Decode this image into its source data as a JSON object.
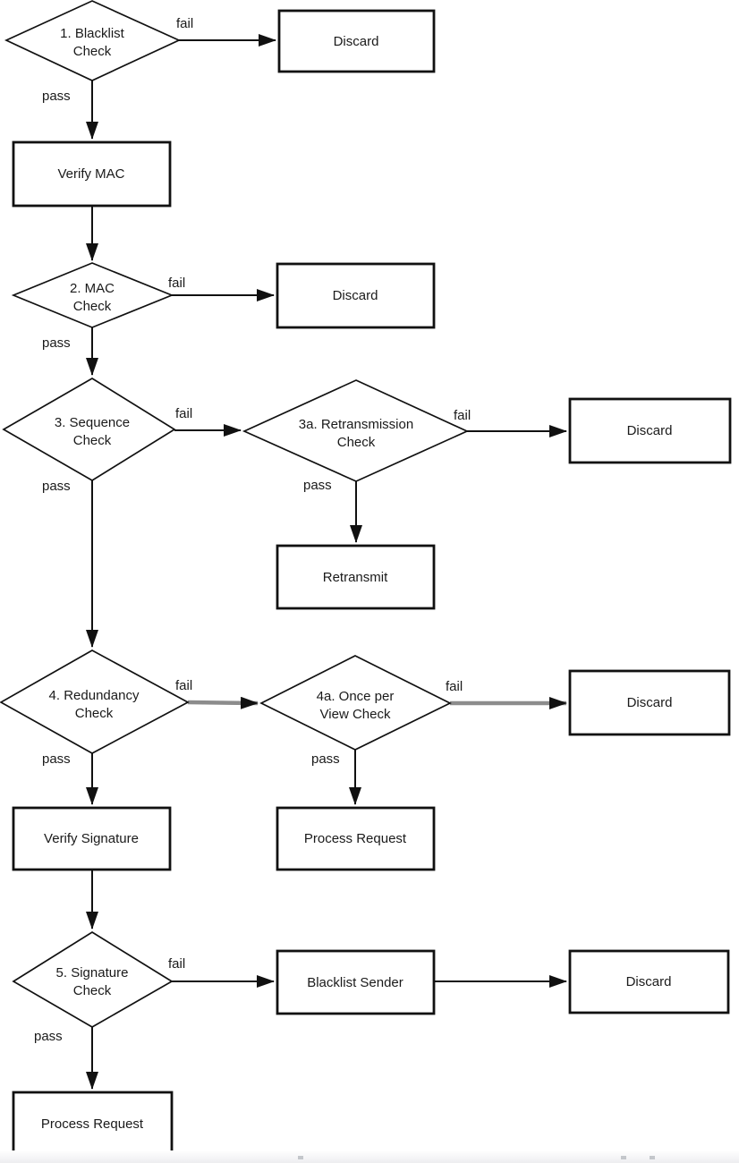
{
  "edge_labels": {
    "fail": "fail",
    "pass": "pass"
  },
  "nodes": {
    "blacklist_check": {
      "line1": "1. Blacklist",
      "line2": "Check"
    },
    "discard_1": {
      "label": "Discard"
    },
    "verify_mac": {
      "label": "Verify MAC"
    },
    "mac_check": {
      "line1": "2. MAC",
      "line2": "Check"
    },
    "discard_2": {
      "label": "Discard"
    },
    "sequence_check": {
      "line1": "3. Sequence",
      "line2": "Check"
    },
    "retransmission_check": {
      "line1": "3a. Retransmission",
      "line2": "Check"
    },
    "discard_3": {
      "label": "Discard"
    },
    "retransmit": {
      "label": "Retransmit"
    },
    "redundancy_check": {
      "line1": "4. Redundancy",
      "line2": "Check"
    },
    "once_per_view_check": {
      "line1": "4a. Once per",
      "line2": "View Check"
    },
    "discard_4": {
      "label": "Discard"
    },
    "verify_signature": {
      "label": "Verify Signature"
    },
    "process_request_mid": {
      "label": "Process Request"
    },
    "signature_check": {
      "line1": "5. Signature",
      "line2": "Check"
    },
    "blacklist_sender": {
      "label": "Blacklist Sender"
    },
    "discard_5": {
      "label": "Discard"
    },
    "process_request_bottom": {
      "label": "Process Request"
    }
  },
  "colors": {
    "line": "#111111",
    "gray_connector": "#8c8c8c",
    "text": "#1a1a1a",
    "background": "#ffffff",
    "bottom_strip": "#ededf0"
  }
}
